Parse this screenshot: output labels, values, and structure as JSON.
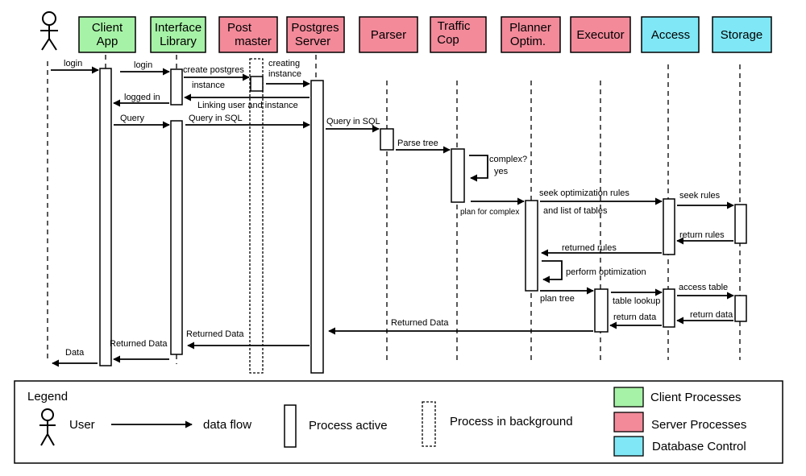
{
  "colors": {
    "client": "#a6f2a6",
    "server": "#f28a9a",
    "database": "#7fe7f5",
    "line": "#000000",
    "background": "#ffffff"
  },
  "actor_icon": "stick-figure-user-icon",
  "participants": [
    {
      "id": "client-app",
      "line1": "Client",
      "line2": "App",
      "type": "client"
    },
    {
      "id": "interface-library",
      "line1": "Interface",
      "line2": "Library",
      "type": "client"
    },
    {
      "id": "postmaster",
      "line1": "Post",
      "line2": "master",
      "type": "server"
    },
    {
      "id": "postgres-server",
      "line1": "Postgres",
      "line2": "Server",
      "type": "server"
    },
    {
      "id": "parser",
      "line1": "Parser",
      "line2": "",
      "type": "server"
    },
    {
      "id": "traffic-cop",
      "line1": "Traffic",
      "line2": "Cop",
      "type": "server"
    },
    {
      "id": "planner-optim",
      "line1": "Planner",
      "line2": "Optim.",
      "type": "server"
    },
    {
      "id": "executor",
      "line1": "Executor",
      "line2": "",
      "type": "server"
    },
    {
      "id": "access",
      "line1": "Access",
      "line2": "",
      "type": "database"
    },
    {
      "id": "storage",
      "line1": "Storage",
      "line2": "",
      "type": "database"
    }
  ],
  "messages": {
    "m01": "login",
    "m02": "login",
    "m03": "create postgres",
    "m03b": "instance",
    "m04": "creating",
    "m04b": "instance",
    "m05": "Linking user and instance",
    "m06": "logged in",
    "m07": "Query",
    "m08": "Query in SQL",
    "m09": "Query in SQL",
    "m10": "Parse tree",
    "m11": "complex?",
    "m11b": "yes",
    "m12": "plan for complex",
    "m13": "seek optimization rules",
    "m13b": "and list of tables",
    "m14": "seek rules",
    "m15": "return rules",
    "m16": "returned   rules",
    "m17": "perform optimization",
    "m18": "plan tree",
    "m19": "table lookup",
    "m20": "access table",
    "m21": "return data",
    "m22": "return data",
    "m23": "Returned Data",
    "m24": "Returned Data",
    "m25": "Returned Data",
    "m26": "Data"
  },
  "legend": {
    "title": "Legend",
    "user": "User",
    "data_flow": "data flow",
    "process_active": "Process active",
    "process_background": "Process in background",
    "client_processes": "Client Processes",
    "server_processes": "Server Processes",
    "database_control": "Database Control"
  }
}
